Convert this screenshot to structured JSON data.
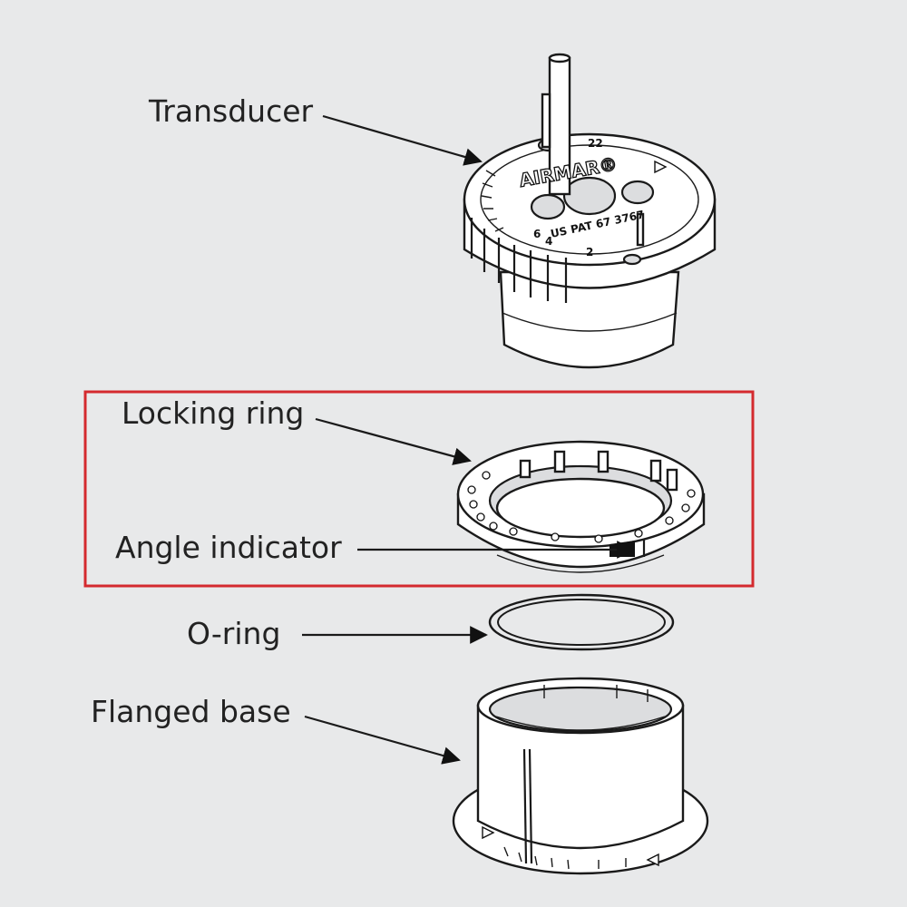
{
  "labels": {
    "transducer": "Transducer",
    "locking_ring": "Locking ring",
    "angle_indicator": "Angle indicator",
    "o_ring": "O-ring",
    "flanged_base": "Flanged base"
  },
  "transducer_markings": {
    "brand": "AIRMAR®",
    "patent": "US PAT 67 3767",
    "number_22": "22",
    "number_2": "2",
    "number_4": "4",
    "number_6": "6"
  },
  "highlight_color": "#d42a2f"
}
